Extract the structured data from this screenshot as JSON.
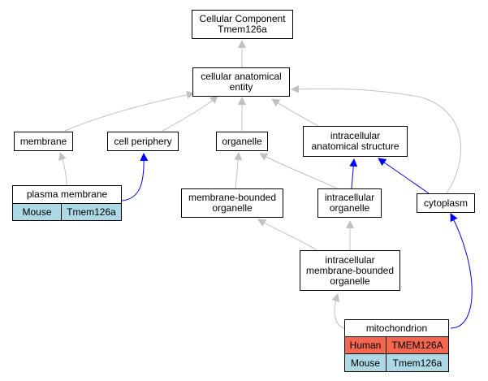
{
  "nodes": {
    "root": {
      "line1": "Cellular Component",
      "line2": "Tmem126a"
    },
    "cae": {
      "line1": "cellular anatomical",
      "line2": "entity"
    },
    "membrane": {
      "label": "membrane"
    },
    "cell_periphery": {
      "label": "cell periphery"
    },
    "organelle": {
      "label": "organelle"
    },
    "intracellular_anat": {
      "line1": "intracellular",
      "line2": "anatomical structure"
    },
    "plasma_membrane": {
      "label": "plasma membrane"
    },
    "mbo": {
      "line1": "membrane-bounded",
      "line2": "organelle"
    },
    "intra_org": {
      "line1": "intracellular",
      "line2": "organelle"
    },
    "cytoplasm": {
      "label": "cytoplasm"
    },
    "imbo": {
      "line1": "intracellular",
      "line2": "membrane-bounded",
      "line3": "organelle"
    },
    "mito": {
      "label": "mitochondrion"
    }
  },
  "annotations": {
    "plasma_membrane": [
      {
        "species": "Mouse",
        "gene": "Tmem126a",
        "color": "#add8e6"
      }
    ],
    "mito": [
      {
        "species": "Human",
        "gene": "TMEM126A",
        "color": "#f4664f"
      },
      {
        "species": "Mouse",
        "gene": "Tmem126a",
        "color": "#add8e6"
      }
    ]
  },
  "edge_colors": {
    "is_a": "#c0c0c0",
    "part_of": "#0000ff"
  }
}
